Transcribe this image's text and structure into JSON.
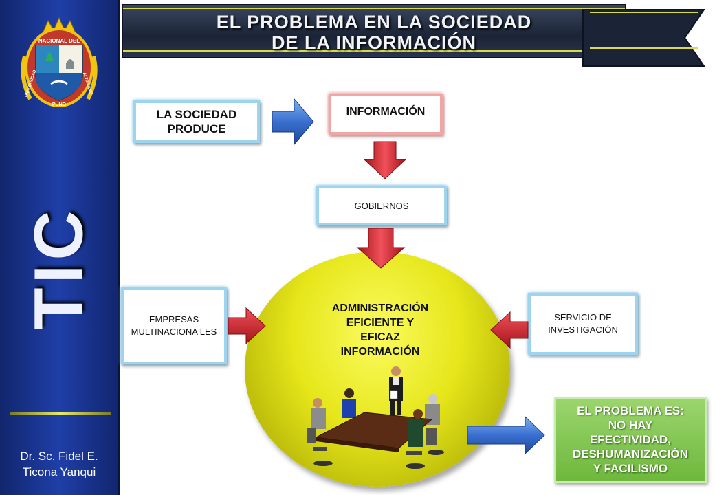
{
  "title": {
    "line1": "EL PROBLEMA EN LA SOCIEDAD",
    "line2": "DE LA INFORMACIÓN"
  },
  "sidebar": {
    "logo_text_top": "NACIONAL DEL",
    "logo_text_left": "UNIVERSIDAD",
    "logo_text_right": "ALTIPLANO",
    "logo_text_bottom": "PUNO",
    "vertical_label": "TIC",
    "author_line1": "Dr. Sc. Fidel E.",
    "author_line2": "Ticona Yanqui"
  },
  "diagram": {
    "sociedad": "LA SOCIEDAD PRODUCE",
    "informacion": "INFORMACIÓN",
    "gobiernos": "GOBIERNOS",
    "empresas": "EMPRESAS MULTINACIONA LES",
    "servicio": "SERVICIO DE INVESTIGACIÓN",
    "center_line1": "ADMINISTRACIÓN",
    "center_line2": "EFICIENTE Y",
    "center_line3": "EFICAZ",
    "center_line4": "INFORMACIÓN",
    "problem_line1": "EL PROBLEMA ES:",
    "problem_line2": "NO HAY",
    "problem_line3": "EFECTIVIDAD,",
    "problem_line4": "DESHUMANIZACIÓN",
    "problem_line5": "Y FACILISMO"
  },
  "colors": {
    "sidebar": "#1f3fa8",
    "title_bar": "#1b2436",
    "accent_line": "#d9d94a",
    "blue_border": "#9fd4ee",
    "red_border": "#f2a5a5",
    "red_arrow": "#d9262c",
    "blue_arrow": "#3a6fd0",
    "circle": "#e6e61a",
    "problem_box": "#7ec24a"
  },
  "icons": [
    "university-seal-icon",
    "meeting-people-illustration"
  ]
}
